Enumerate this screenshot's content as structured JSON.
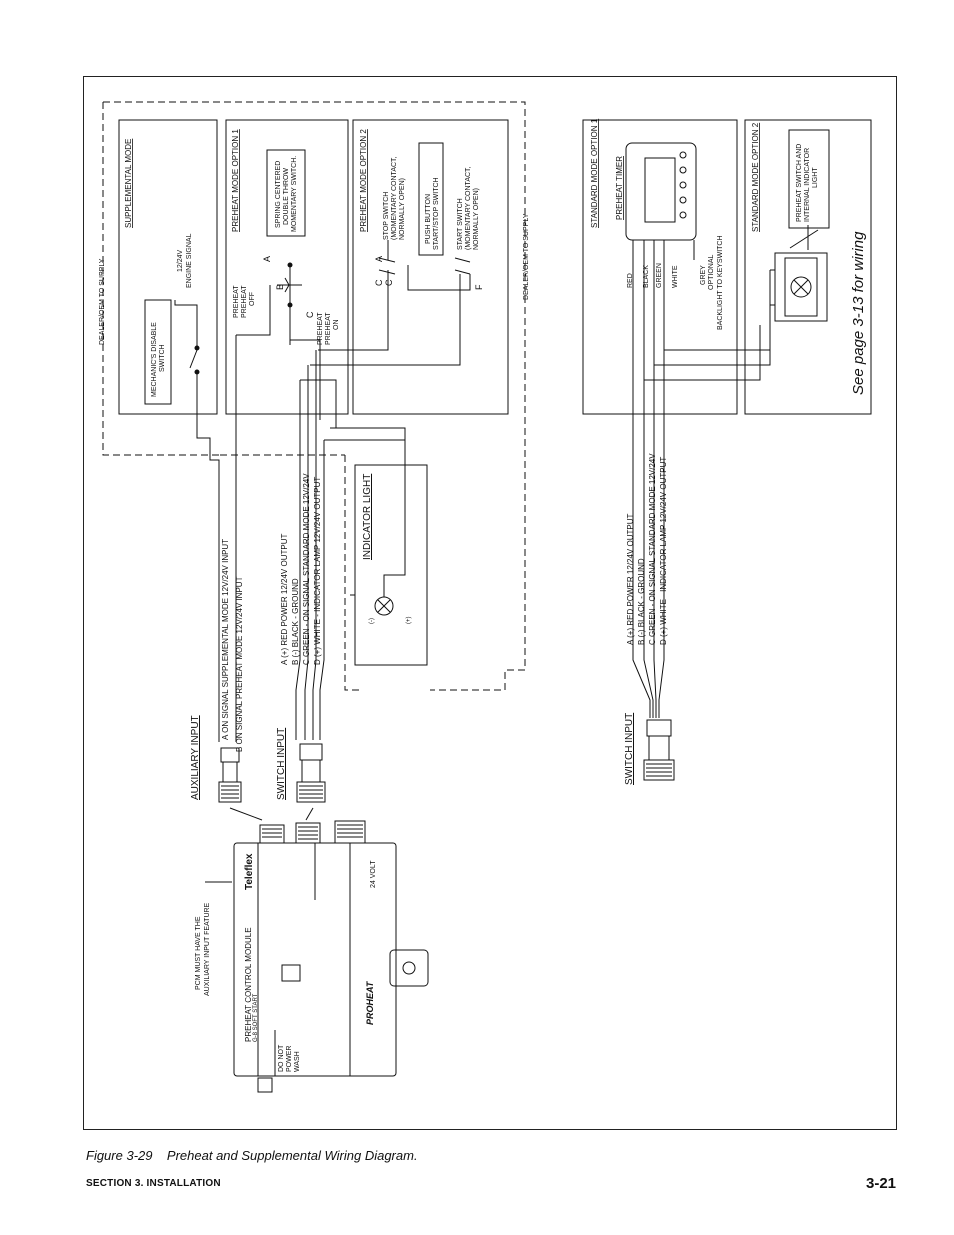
{
  "diagram": {
    "left_panels": {
      "supplemental_mode": {
        "title": "SUPPLEMENTAL MODE",
        "mechanics_switch": [
          "MECHANIC'S DISABLE",
          "SWITCH"
        ],
        "engine_signal": [
          "12/24V",
          "ENGINE SIGNAL"
        ]
      },
      "preheat_mode_option1": {
        "title": "PREHEAT MODE OPTION 1",
        "switch_desc": [
          "SPRING CENTERED",
          "DOUBLE THROW",
          "MOMENTARY SWITCH."
        ],
        "preheat_off": [
          "PREHEAT",
          "PREHEAT",
          "OFF"
        ],
        "preheat_on": [
          "PREHEAT",
          "PREHEAT",
          "ON"
        ],
        "terminal_a": "A",
        "terminal_b": "B",
        "terminal_c": "C"
      },
      "preheat_mode_option2": {
        "title": "PREHEAT MODE OPTION 2",
        "stop_switch": [
          "STOP SWITCH",
          "(MOMENTARY CONTACT,",
          "NORMALLY OPEN)"
        ],
        "push_button": [
          "PUSH BUTTON",
          "START/STOP SWITCH"
        ],
        "start_switch": [
          "START SWITCH",
          "(MOMENTARY CONTACT,",
          "NORMALLY OPEN)"
        ],
        "terminal_a": "A",
        "terminal_c": "C",
        "terminal_f": "F"
      },
      "dealer_oem_left": "DEALER/OEM TO SUPPLY",
      "dealer_oem_right": "DEALER/OEM TO SUPPLY"
    },
    "indicator_light": {
      "title": "INDICATOR LIGHT",
      "minus": "(-)",
      "plus": "(+)"
    },
    "switch_wires": {
      "a": "A   (+) RED POWER 12/24V OUTPUT",
      "b": "B   (-) BLACK - GROUND",
      "c": "C   GREEN - ON SIGNAL STANDARD MODE 12V/24V",
      "d": "D   (+) WHITE - INDICATOR LAMP 12V/24V OUTPUT"
    },
    "aux_wires": {
      "a": "A   ON SIGNAL SUPPLEMENTAL MODE 12V/24V INPUT",
      "b": "B   ON SIGNAL PREHEAT MODE 12V/24V INPUT"
    },
    "auxiliary_input": "AUXILIARY INPUT",
    "switch_input_left": "SWITCH INPUT",
    "switch_input_right": "SWITCH INPUT",
    "pcm_note": [
      "PCM MUST HAVE THE",
      "AUXILIARY INPUT FEATURE"
    ],
    "pcm": {
      "brand": "Teleflex",
      "title": "PREHEAT CONTROL MODULE",
      "subtitle": "G-8 SOFT START",
      "warning": [
        "DO NOT",
        "POWER",
        "WASH"
      ],
      "voltage": "24 VOLT",
      "logo": "PROHEAT"
    },
    "right_panels": {
      "standard_mode_option1": {
        "title": "STANDARD MODE OPTION 1",
        "timer": "PREHEAT TIMER",
        "wires": [
          "RED",
          "BLACK",
          "GREEN",
          "WHITE"
        ],
        "grey": [
          "GREY",
          "OPTIONAL",
          "BACKLIGHT TO KEYSWITCH"
        ]
      },
      "standard_mode_option2": {
        "title": "STANDARD MODE OPTION 2",
        "switch_desc": [
          "PREHEAT SWITCH AND",
          "INTERNAL INDICATOR",
          "LIGHT"
        ]
      },
      "see_page": "See page 3-13 for wiring"
    },
    "right_wires": {
      "a": "A   (+) RED POWER 12/24V OUTPUT",
      "b": "B   (-) BLACK - GROUND",
      "c": "C   GREEN - ON SIGNAL STANDARD MODE 12V/24V",
      "d": "D   (+) WHITE - INDICATOR LAMP 12V/24V OUTPUT"
    }
  },
  "caption": "Figure 3-29    Preheat and Supplemental Wiring Diagram.",
  "footer": {
    "section": "SECTION 3. INSTALLATION",
    "page": "3-21"
  }
}
